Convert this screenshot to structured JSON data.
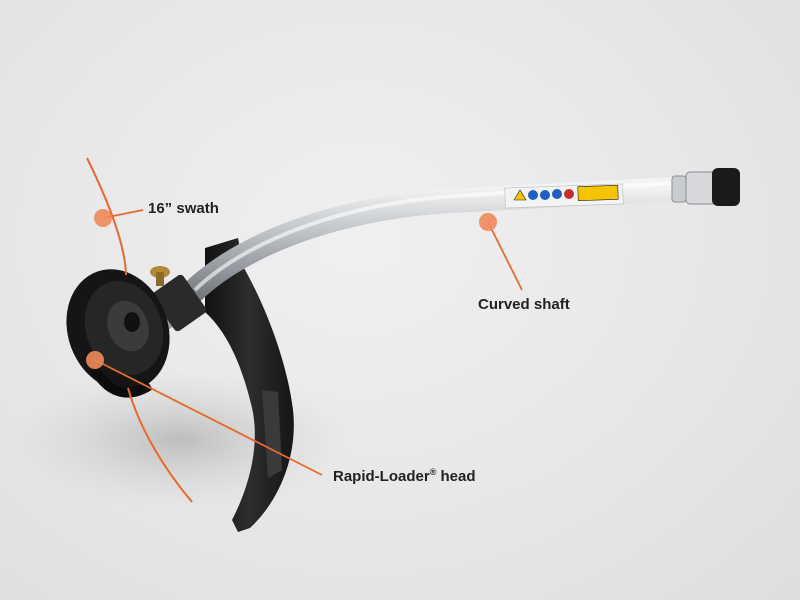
{
  "callouts": {
    "swath": {
      "text": "16” swath"
    },
    "shaft": {
      "text": "Curved shaft"
    },
    "head": {
      "prefix": "Rapid-Loader",
      "mark": "®",
      "suffix": " head"
    }
  },
  "colors": {
    "accent": "#e8692c",
    "marker": "#f08a5a",
    "background": "#e8e8e8",
    "shaft": "#b9bcc0",
    "plastic": "#1e1e1e"
  },
  "icons": [
    "warning-triangle-icon",
    "read-manual-icon",
    "eye-ear-protection-icon",
    "hand-protection-icon",
    "boots-icon",
    "distance-warning-icon"
  ]
}
